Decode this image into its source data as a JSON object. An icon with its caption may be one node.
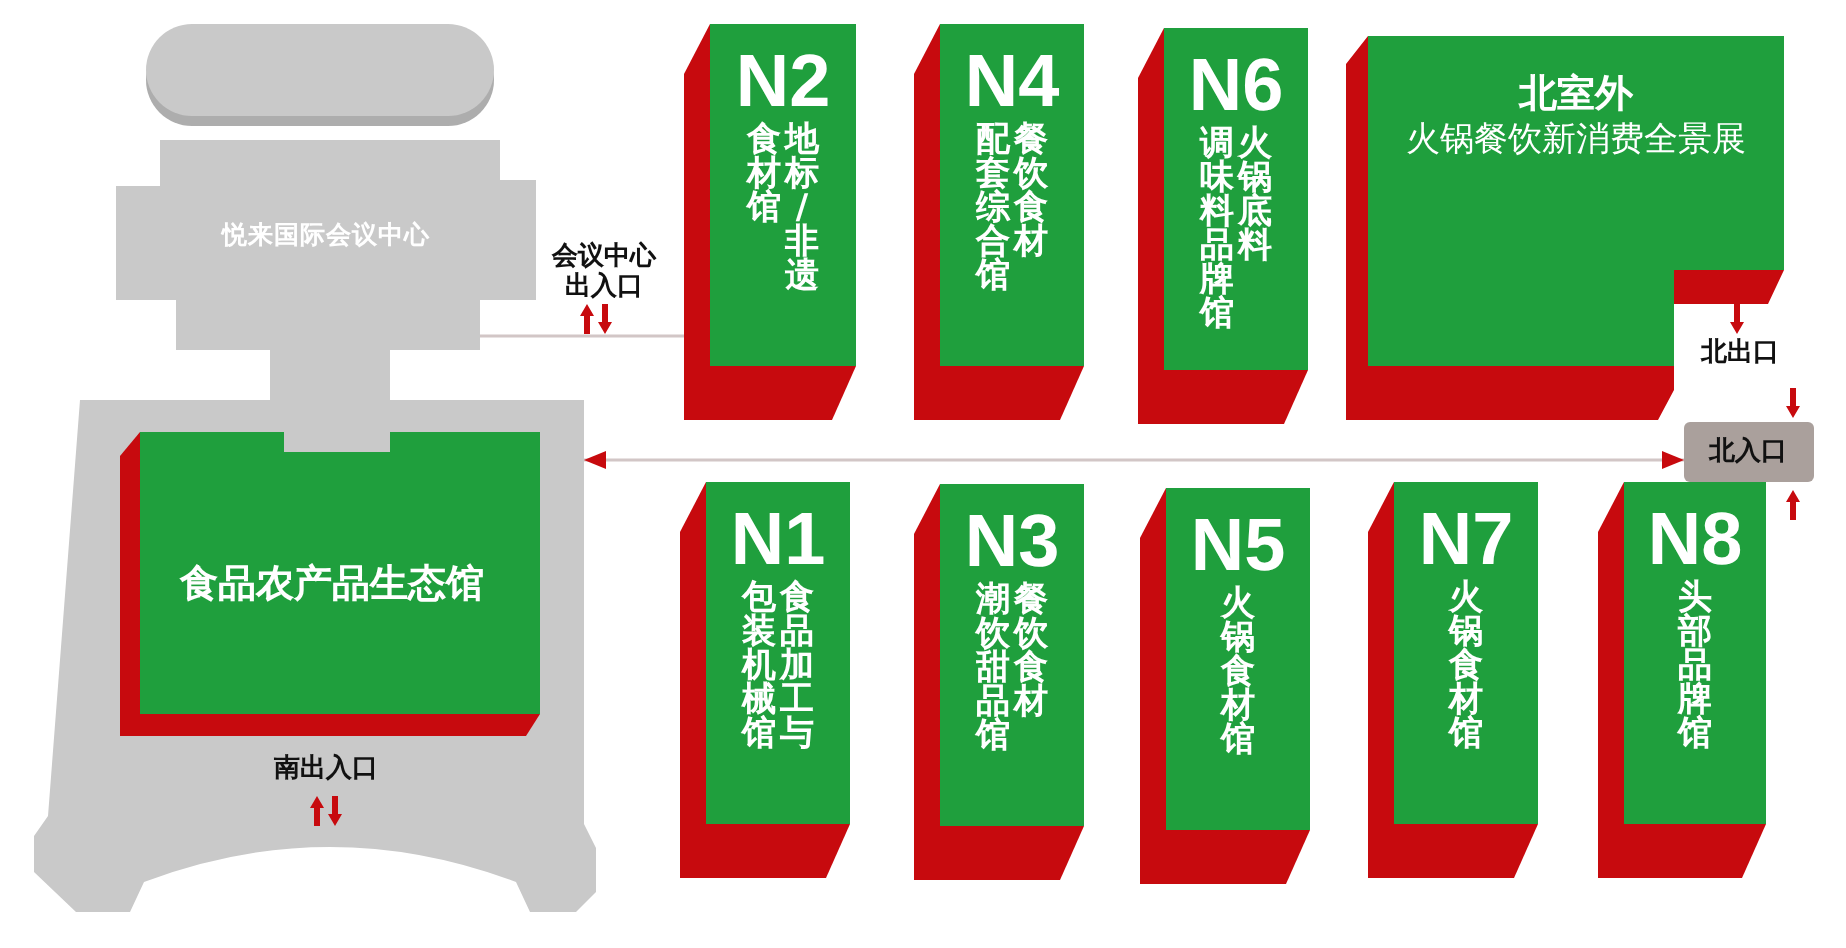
{
  "diagram": {
    "nodes": [
      {
        "text": [],
        "shape": "box"
      },
      {
        "text": [
          "悦来国际会议中心"
        ]
      },
      {
        "text": [
          "N2",
          "地标/非遗食材馆"
        ]
      },
      {
        "text": [
          "N4",
          "餐饮食材配套综合馆"
        ]
      },
      {
        "text": [
          "N6",
          "火锅底料调味料品牌馆"
        ]
      },
      {
        "text": [
          "北室外",
          "火锅餐饮新消费全景展"
        ]
      },
      {
        "text": [],
        "shape": "box"
      },
      {
        "text": [
          "食品农产品生态馆"
        ],
        "in": 6
      },
      {
        "text": [
          "北入口"
        ]
      },
      {
        "text": [
          "N1",
          "食品加工与包装机械馆"
        ]
      },
      {
        "text": [
          "N3",
          "餐饮食材潮饮甜品馆"
        ]
      },
      {
        "text": [
          "N5",
          "火锅食材馆"
        ]
      },
      {
        "text": [
          "N7",
          "火锅食材馆"
        ]
      },
      {
        "text": [
          "N8",
          "头部品牌馆"
        ]
      }
    ],
    "edges": [
      {
        "from": 1,
        "to": 2,
        "arrow": "none"
      },
      {
        "from": 6,
        "to": 8,
        "arrow": "both"
      }
    ],
    "labels": [
      "会议中心出入口",
      "北出口",
      "南出入口"
    ]
  }
}
